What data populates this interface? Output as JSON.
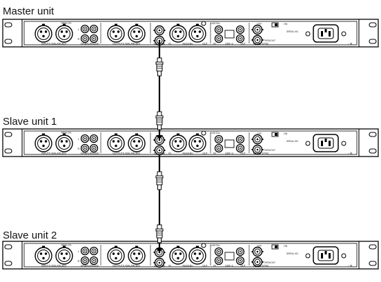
{
  "units": [
    {
      "title": "Master unit"
    },
    {
      "title": "Slave unit 1"
    },
    {
      "title": "Slave unit 2"
    }
  ],
  "panel": {
    "analog": "ANALOG",
    "inputs_balanced": "INPUTS (BALANCED)",
    "unbalanced": "(UNBALANCED)",
    "outputs_balanced": "OUTPUTS (BALANCED)",
    "cascade": "CASCADE",
    "in": "IN",
    "aes_ebu": "AES/EBU",
    "out": "OUT",
    "digital": "DIGITAL",
    "sdif": "SDIF-3",
    "word_sync": "WORD SYNC",
    "thru_out": "THRU/OUT",
    "ch_l": "L",
    "ch_r": "R",
    "off": "OFF",
    "on": "ON",
    "serial": "SERIAL NO.",
    "ac_in": "~ IN"
  }
}
